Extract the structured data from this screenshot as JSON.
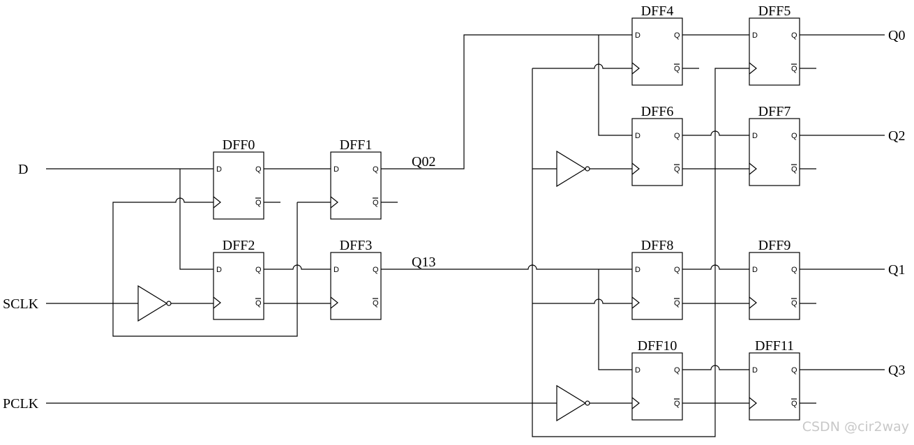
{
  "inputs": {
    "d": "D",
    "sclk": "SCLK",
    "pclk": "PCLK"
  },
  "nets": {
    "q02": "Q02",
    "q13": "Q13"
  },
  "outputs": {
    "q0": "Q0",
    "q2": "Q2",
    "q1": "Q1",
    "q3": "Q3"
  },
  "ports": {
    "d": "D",
    "q": "Q",
    "qbar": "Q"
  },
  "flipflops": [
    "DFF0",
    "DFF1",
    "DFF2",
    "DFF3",
    "DFF4",
    "DFF5",
    "DFF6",
    "DFF7",
    "DFF8",
    "DFF9",
    "DFF10",
    "DFF11"
  ],
  "watermark": "CSDN @cir2way"
}
